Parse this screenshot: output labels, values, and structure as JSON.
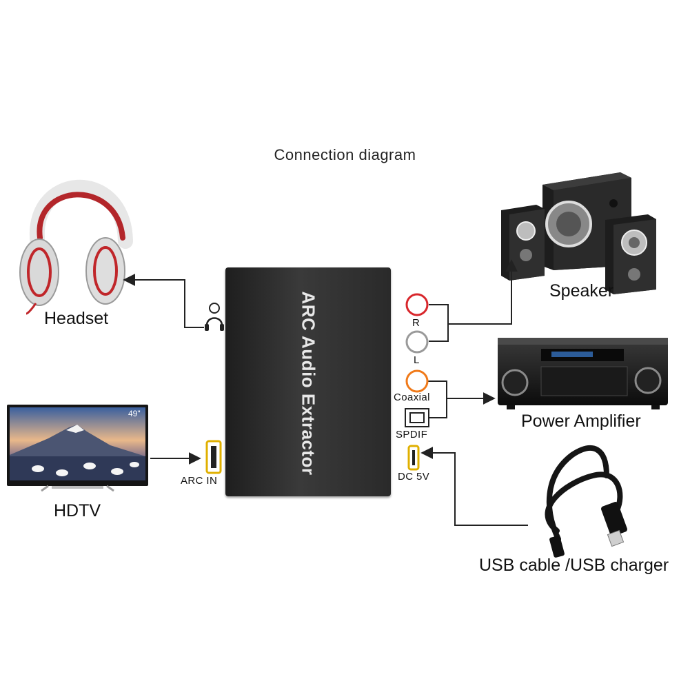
{
  "title": "Connection diagram",
  "device": {
    "name": "ARC Audio Extractor"
  },
  "ports": {
    "arc_in": "ARC IN",
    "right": "R",
    "left": "L",
    "coaxial": "Coaxial",
    "spdif": "SPDIF",
    "dc": "DC 5V"
  },
  "devices": {
    "headset": "Headset",
    "hdtv": "HDTV",
    "speaker": "Speaker",
    "power_amplifier": "Power Amplifier",
    "usb": "USB cable /USB charger"
  },
  "tv_screen": {
    "size_badge": "49\""
  },
  "colors": {
    "device_body": "#2e2e2e",
    "port_red": "#d8262b",
    "port_white": "#9a9a9a",
    "port_orange": "#f07a1a",
    "port_gold": "#e0b000",
    "line": "#222222"
  }
}
